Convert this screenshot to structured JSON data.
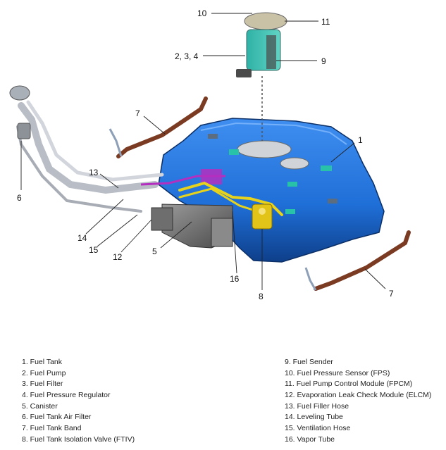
{
  "figure": {
    "callouts": [
      {
        "id": "c10",
        "text": "10"
      },
      {
        "id": "c11",
        "text": "11"
      },
      {
        "id": "c234",
        "text": "2, 3, 4"
      },
      {
        "id": "c9",
        "text": "9"
      },
      {
        "id": "c7a",
        "text": "7"
      },
      {
        "id": "c1",
        "text": "1"
      },
      {
        "id": "c13",
        "text": "13"
      },
      {
        "id": "c6",
        "text": "6"
      },
      {
        "id": "c14",
        "text": "14"
      },
      {
        "id": "c15",
        "text": "15"
      },
      {
        "id": "c12",
        "text": "12"
      },
      {
        "id": "c5",
        "text": "5"
      },
      {
        "id": "c16",
        "text": "16"
      },
      {
        "id": "c8",
        "text": "8"
      },
      {
        "id": "c7b",
        "text": "7"
      }
    ],
    "colors": {
      "tank": "#1f6fd8",
      "tank_dark": "#0e3f8a",
      "tube_yellow": "#e8d21a",
      "valve_yellow": "#e2c418",
      "purple": "#b42fc0",
      "teal": "#27c2a8",
      "band": "#7b3a22",
      "canister": "#6e6e6e",
      "hose": "#b9bec6"
    }
  },
  "legend": {
    "left": [
      "1. Fuel Tank",
      "2. Fuel Pump",
      "3. Fuel Filter",
      "4. Fuel Pressure Regulator",
      "5. Canister",
      "6. Fuel Tank Air Filter",
      "7. Fuel Tank Band",
      "8. Fuel Tank Isolation Valve (FTIV)"
    ],
    "right": [
      "9. Fuel Sender",
      "10. Fuel Pressure Sensor (FPS)",
      "11. Fuel Pump Control Module (FPCM)",
      "12. Evaporation Leak Check Module (ELCM)",
      "13. Fuel Filler Hose",
      "14. Leveling Tube",
      "15. Ventilation Hose",
      "16. Vapor Tube"
    ]
  }
}
